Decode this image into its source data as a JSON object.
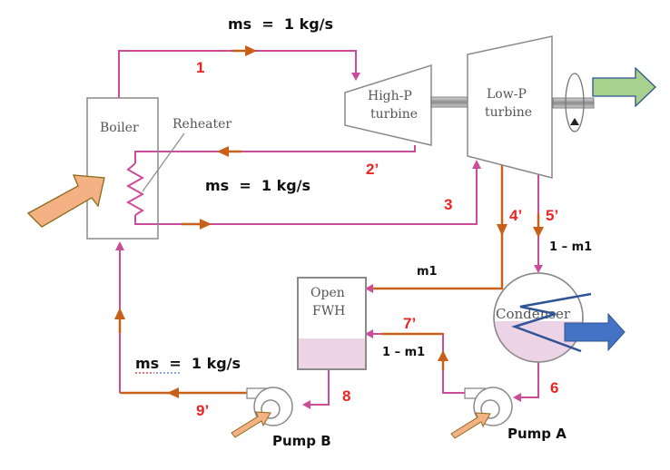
{
  "title": "Regenerative Rankine cycle with reheat and open feedwater heater",
  "colors": {
    "pipe_main": "#cc4c9a",
    "pipe_arrow": "#c8601a",
    "state_label": "#ee2222",
    "heat_in_arrow": "#f4b183",
    "work_out_arrow": "#a9d18e",
    "heat_out_arrow": "#4472c4",
    "liquid_fill": "#ecd3e6"
  },
  "components": {
    "boiler": "Boiler",
    "reheater": "Reheater",
    "hp_turbine_line1": "High-P",
    "hp_turbine_line2": "turbine",
    "lp_turbine_line1": "Low-P",
    "lp_turbine_line2": "turbine",
    "fwh_line1": "Open",
    "fwh_line2": "FWH",
    "condenser": "Condenser",
    "pump_a": "Pump A",
    "pump_b": "Pump B"
  },
  "flow_labels": {
    "top": "ms  =  1 kg/s",
    "reheat": "ms  =  1 kg/s",
    "feed": "ms  =  1 kg/s",
    "bleed": "m1",
    "to_condenser": "1 – m1",
    "to_fwh": "1 – m1"
  },
  "states": {
    "s1": "1",
    "s2": "2’",
    "s3": "3",
    "s4": "4’",
    "s5": "5’",
    "s6": "6",
    "s7": "7’",
    "s8": "8",
    "s9": "9’"
  }
}
